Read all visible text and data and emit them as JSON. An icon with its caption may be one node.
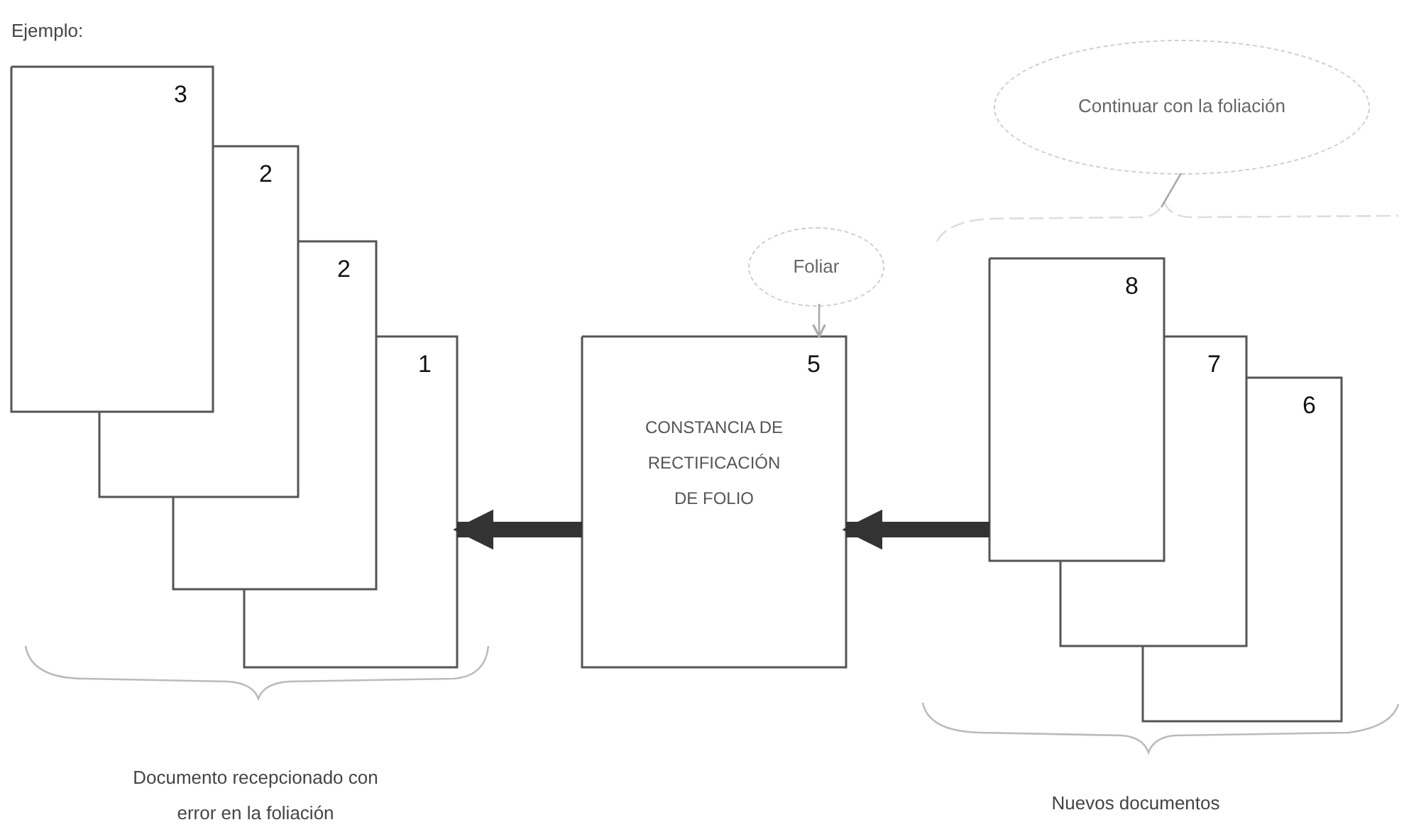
{
  "diagram": {
    "nodes": [
      {
        "text": [
          "3"
        ]
      },
      {
        "text": [
          "2"
        ]
      },
      {
        "text": [
          "2"
        ]
      },
      {
        "text": [
          "1"
        ]
      },
      {
        "text": [
          "Foliar"
        ]
      },
      {
        "text": [
          "5",
          "CONSTANCIA DE RECTIFICACIÓN DE FOLIO"
        ]
      },
      {
        "text": [
          "Continuar con la foliación"
        ]
      },
      {
        "text": [
          "8"
        ]
      },
      {
        "text": [
          "7"
        ]
      },
      {
        "text": [
          "6"
        ]
      }
    ],
    "edges": [
      {
        "from": 4,
        "to": 5,
        "arrow": "to"
      },
      {
        "from": 6,
        "to": null,
        "arrow": "none"
      },
      {
        "from": 5,
        "to": 3,
        "arrow": "to",
        "style": "thick",
        "color": "#333333"
      },
      {
        "from": 7,
        "to": 5,
        "arrow": "to",
        "style": "thick",
        "color": "#333333"
      }
    ],
    "labels": [
      "Ejemplo:",
      "Documento recepcionado con error en la foliación",
      "Nuevos documentos"
    ]
  }
}
